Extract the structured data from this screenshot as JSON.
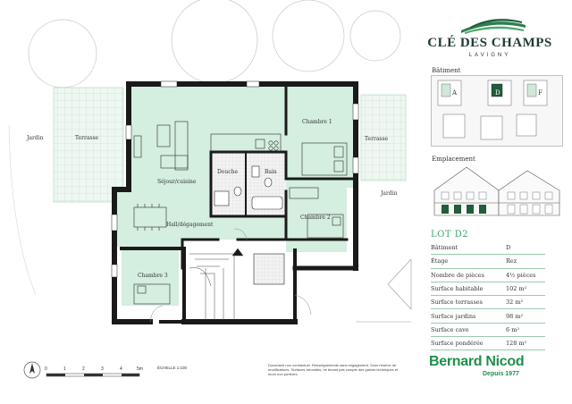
{
  "brand": {
    "title": "CLÉ DES CHAMPS",
    "subtitle": "LAVIGNY"
  },
  "sidebar": {
    "batiment_label": "Bâtiment",
    "emplacement_label": "Emplacement",
    "building_letters": [
      "A",
      "D",
      "F"
    ]
  },
  "plan": {
    "rooms": {
      "jardin_left": "Jardin",
      "terrasse_left": "Terrasse",
      "sejour": "Séjour/cuisine",
      "douche": "Douche",
      "bain": "Bain",
      "chambre1": "Chambre 1",
      "terrasse_right": "Terrasse",
      "jardin_right": "Jardin",
      "hall": "Hall/dégagement",
      "chambre2": "Chambre 2",
      "chambre3": "Chambre 3"
    }
  },
  "lot": {
    "title": "LOT D2",
    "rows": [
      {
        "label": "Bâtiment",
        "value": "D"
      },
      {
        "label": "Étage",
        "value": "Rez"
      },
      {
        "label": "Nombre de pièces",
        "value": "4½ pièces"
      },
      {
        "label": "Surface habitable",
        "value": "102 m²"
      },
      {
        "label": "Surface terrasses",
        "value": "32 m²"
      },
      {
        "label": "Surface jardins",
        "value": "98 m²"
      },
      {
        "label": "Surface cave",
        "value": "6 m²"
      },
      {
        "label": "Surface pondérée",
        "value": "128 m²"
      }
    ]
  },
  "scale": {
    "ticks": [
      "0",
      "1",
      "2",
      "3",
      "4",
      "5m"
    ],
    "label": "ÉCHELLE 1:100"
  },
  "disclaimer": "Document non contractuel. Renseignements sans engagement. Sous réserve de modifications. Surfaces arrondies, ne tenant pas compte des gaines techniques et murs non porteurs.",
  "footer_brand": {
    "name": "Bernard Nicod",
    "tagline": "Depuis 1977"
  },
  "colors": {
    "room_fill": "#d4eedf",
    "terrace_fill": "#eef7f1",
    "wall": "#1a1a1a",
    "accent": "#39a66a",
    "brand_green": "#1f8f4a"
  }
}
